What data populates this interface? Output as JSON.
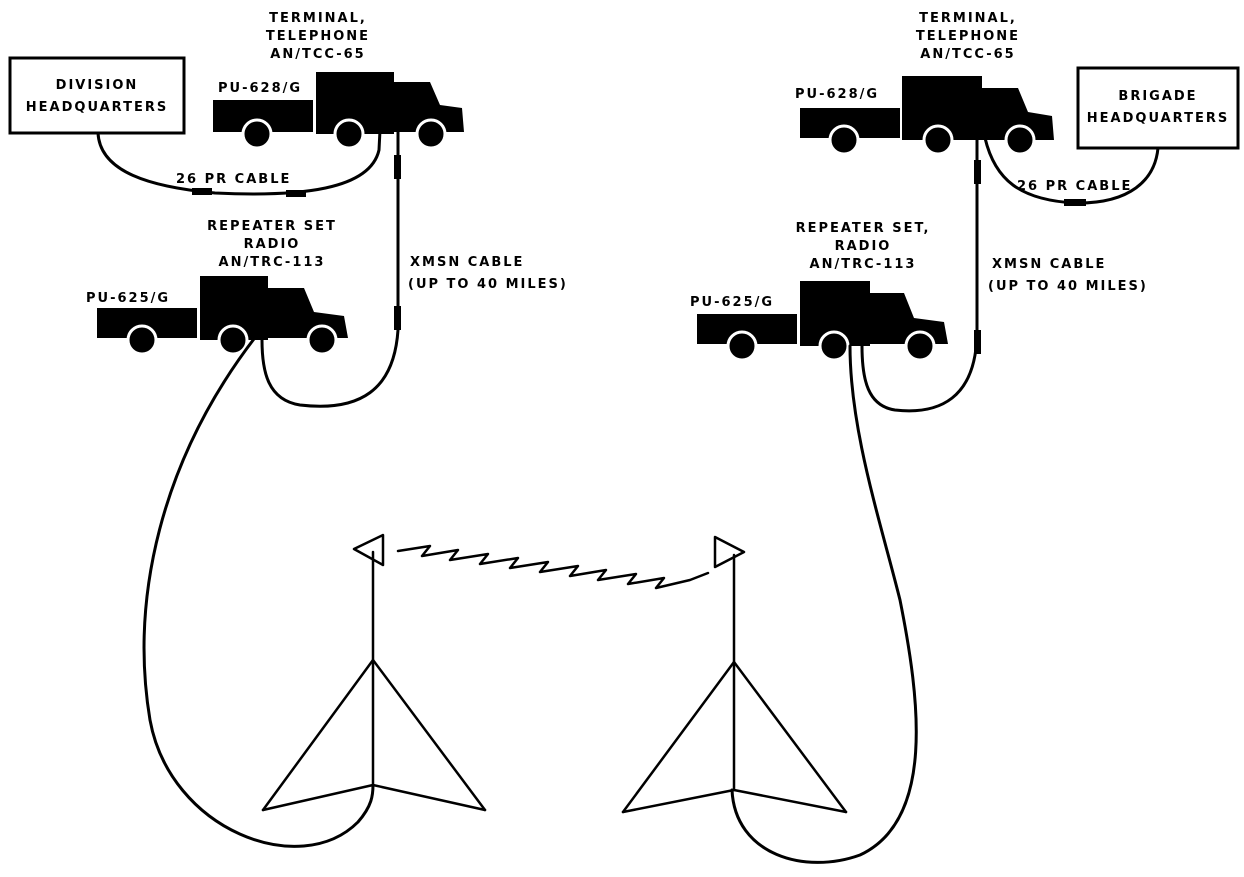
{
  "left_site": {
    "hq_line1": "DIVISION",
    "hq_line2": "HEADQUARTERS",
    "terminal_line1": "TERMINAL,",
    "terminal_line2": "TELEPHONE",
    "terminal_line3": "AN/TCC-65",
    "terminal_generator": "PU-628/G",
    "hq_cable": "26 PR CABLE",
    "repeater_line1": "REPEATER SET",
    "repeater_line2": "RADIO",
    "repeater_line3": "AN/TRC-113",
    "repeater_generator": "PU-625/G",
    "xmsn_line1": "XMSN CABLE",
    "xmsn_line2": "(UP TO 40 MILES)"
  },
  "right_site": {
    "hq_line1": "BRIGADE",
    "hq_line2": "HEADQUARTERS",
    "terminal_line1": "TERMINAL,",
    "terminal_line2": "TELEPHONE",
    "terminal_line3": "AN/TCC-65",
    "terminal_generator": "PU-628/G",
    "hq_cable": "26 PR CABLE",
    "repeater_line1": "REPEATER SET,",
    "repeater_line2": "RADIO",
    "repeater_line3": "AN/TRC-113",
    "repeater_generator": "PU-625/G",
    "xmsn_line1": "XMSN CABLE",
    "xmsn_line2": "(UP TO 40 MILES)"
  },
  "colors": {
    "ink": "#000000",
    "paper": "#ffffff"
  }
}
